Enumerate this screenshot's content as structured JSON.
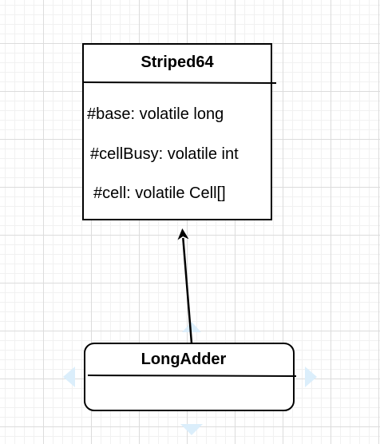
{
  "diagram": {
    "classes": [
      {
        "title": "Striped64",
        "attributes": [
          "#base: volatile long",
          "#cellBusy: volatile int",
          "#cell: volatile Cell[]"
        ]
      },
      {
        "title": "LongAdder",
        "attributes": []
      }
    ],
    "relation": {
      "type": "inheritance",
      "from": "LongAdder",
      "to": "Striped64"
    },
    "colors": {
      "stroke": "#000000",
      "fill": "#ffffff",
      "selection_hint": "#dbeefb"
    }
  }
}
